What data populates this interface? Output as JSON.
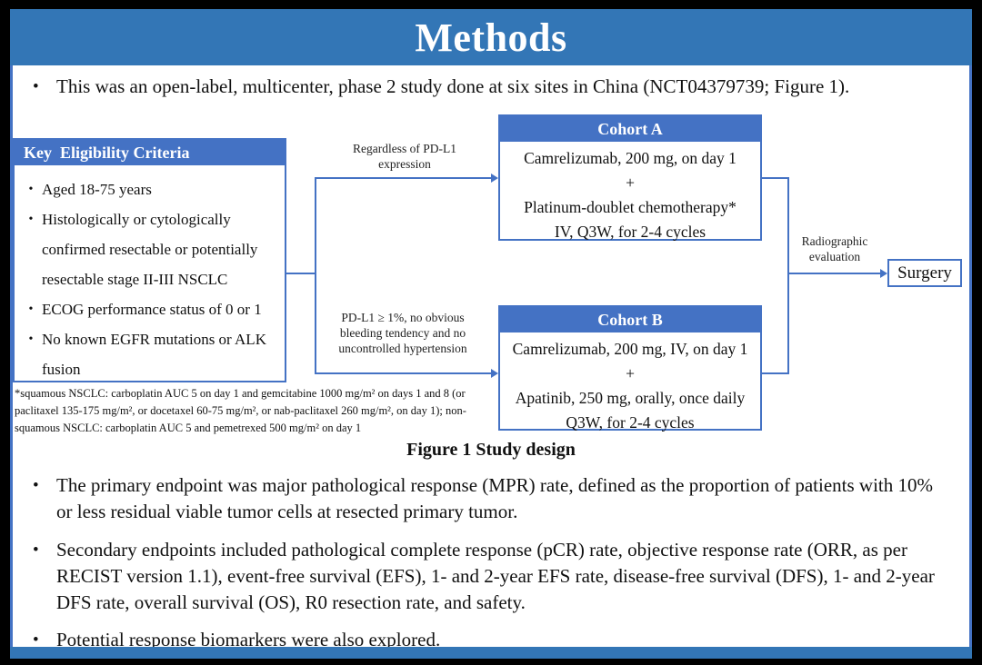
{
  "bullet_glyph": "•",
  "slide": {
    "title": "Methods",
    "bullet1": "This was an open-label, multicenter, phase 2 study done at six sites in China (NCT04379739; Figure 1).",
    "bullet2": "The primary endpoint was major pathological response (MPR) rate, defined as the proportion of patients with 10% or less residual viable tumor cells at resected primary tumor.",
    "bullet3": "Secondary endpoints included pathological complete response (pCR) rate, objective response rate (ORR, as per RECIST version 1.1), event-free survival (EFS), 1- and 2-year EFS rate, disease-free survival (DFS), 1- and 2-year DFS rate, overall survival (OS), R0 resection rate, and safety.",
    "bullet4": "Potential response biomarkers were also explored."
  },
  "figure": {
    "caption": "Figure 1 Study design",
    "eligibility": {
      "header": "Key  Eligibility Criteria",
      "items": [
        "Aged 18-75 years",
        "Histologically or cytologically confirmed resectable or potentially resectable stage II-III  NSCLC",
        "ECOG performance status of 0 or 1",
        "No known EGFR mutations or ALK fusion"
      ]
    },
    "cohort_a": {
      "header": "Cohort A",
      "lines": [
        "Camrelizumab, 200 mg, on day 1",
        "+",
        "Platinum-doublet chemotherapy*",
        "IV, Q3W, for 2-4 cycles"
      ]
    },
    "cohort_b": {
      "header": "Cohort B",
      "lines": [
        "Camrelizumab, 200 mg, IV, on day 1",
        "+",
        "Apatinib, 250 mg, orally, once daily",
        "Q3W, for 2-4 cycles"
      ]
    },
    "label_cohort_a": "Regardless  of PD-L1\nexpression",
    "label_cohort_b": "PD-L1 ≥ 1%, no obvious\nbleeding tendency and no\nuncontrolled hypertension",
    "label_surgery": "Radiographic\nevaluation",
    "surgery_label": "Surgery",
    "footnote": "*squamous NSCLC: carboplatin AUC 5 on day 1 and gemcitabine 1000 mg/m² on days 1 and 8 (or paclitaxel 135-175 mg/m², or docetaxel 60-75 mg/m², or nab-paclitaxel 260 mg/m², on day 1); non-squamous NSCLC: carboplatin AUC 5 and pemetrexed 500 mg/m² on day 1"
  },
  "colors": {
    "header_bar": "#3376B6",
    "box_header_blue": "#4472C4",
    "connector_blue": "#4472C4",
    "background": "#000000",
    "content_background": "#FFFFFF"
  }
}
